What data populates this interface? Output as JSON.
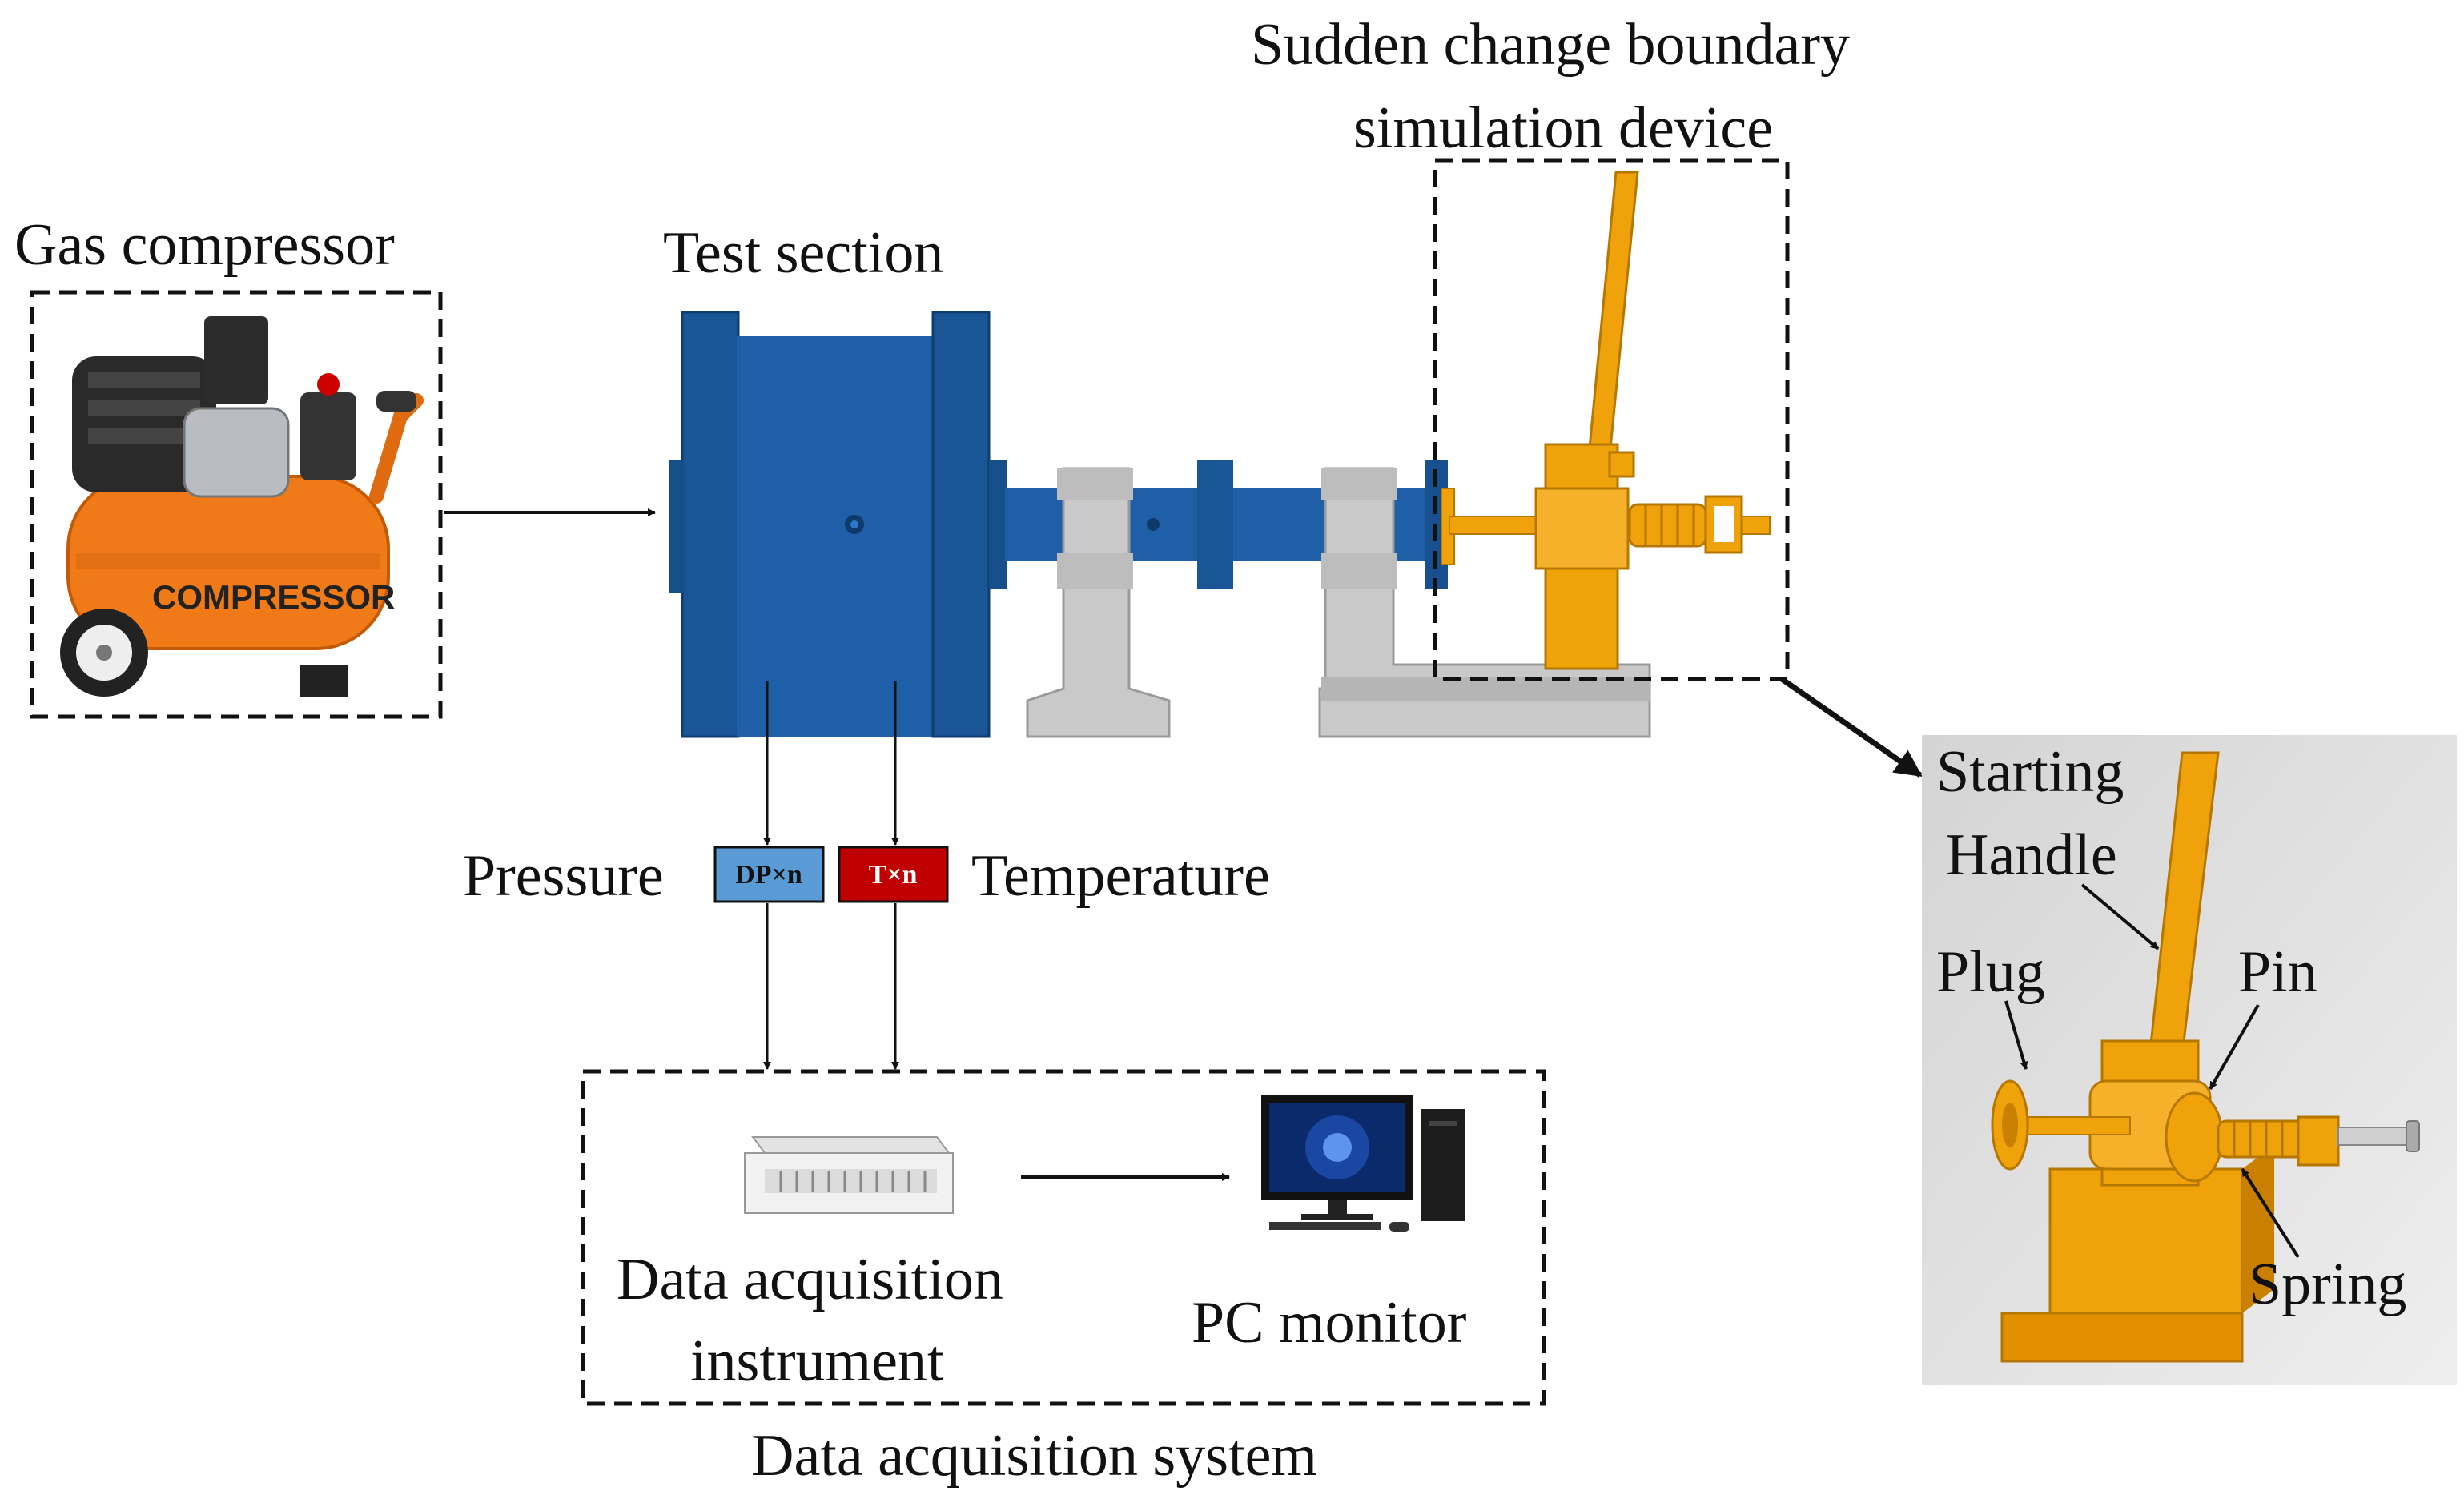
{
  "labels": {
    "gas_compressor": "Gas compressor",
    "test_section": "Test section",
    "sudden_change_line1": "Sudden change boundary",
    "sudden_change_line2": "simulation device",
    "pressure": "Pressure",
    "temperature": "Temperature",
    "pressure_sensor_tag": "DP×n",
    "temperature_sensor_tag": "T×n",
    "daq_instrument_line1": "Data acquisition",
    "daq_instrument_line2": "instrument",
    "pc_monitor": "PC monitor",
    "daq_system": "Data acquisition system",
    "compressor_brand": "COMPRESSOR"
  },
  "detail_view": {
    "starting_handle_line1": "Starting",
    "starting_handle_line2": "Handle",
    "plug": "Plug",
    "pin": "Pin",
    "spring": "Spring"
  },
  "colors": {
    "pipe_blue": "#1f5fa8",
    "pipe_blue_dark": "#184f8e",
    "support_gray": "#c9c9c9",
    "device_orange": "#f0a20a",
    "compressor_orange": "#f07a18",
    "pressure_tag": "#5b9bd5",
    "temperature_tag": "#c00000",
    "detail_bg": "#d9d9d9"
  }
}
